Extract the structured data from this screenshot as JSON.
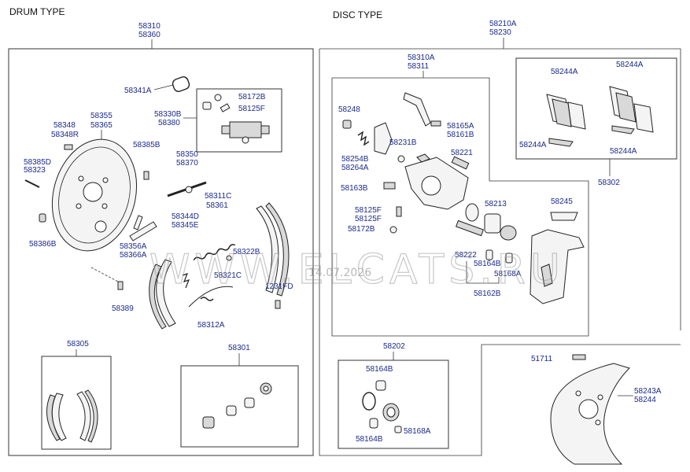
{
  "sections": {
    "drum": {
      "title": "DRUM TYPE",
      "assembly": [
        "58310",
        "58360"
      ]
    },
    "disc": {
      "title": "DISC TYPE",
      "assembly": [
        "58210A",
        "58230"
      ]
    }
  },
  "labels": {
    "p58341A": "58341A",
    "p58330B": "58330B",
    "p58380": "58380",
    "p58172B_a": "58172B",
    "p58125F_a": "58125F",
    "p58355": "58355",
    "p58365": "58365",
    "p58348": "58348",
    "p58348R": "58348R",
    "p58385B": "58385B",
    "p58385D": "58385D",
    "p58323": "58323",
    "p58350": "58350",
    "p58370": "58370",
    "p58311C": "58311C",
    "p58361": "58361",
    "p58344D": "58344D",
    "p58345E": "58345E",
    "p58386B": "58386B",
    "p58356A": "58356A",
    "p58366A": "58366A",
    "p58322B": "58322B",
    "p58321C": "58321C",
    "p1231FD": "1231FD",
    "p58389": "58389",
    "p58312A": "58312A",
    "p58305": "58305",
    "p58301": "58301",
    "p58310A": "58310A",
    "p58311": "58311",
    "p58248": "58248",
    "p58165A": "58165A",
    "p58161B": "58161B",
    "p58231B": "58231B",
    "p58254B": "58254B",
    "p58264A": "58264A",
    "p58221": "58221",
    "p58163B": "58163B",
    "p58125F_b": "58125F",
    "p58125F_c": "58125F",
    "p58172B_b": "58172B",
    "p58213": "58213",
    "p58245": "58245",
    "p58222": "58222",
    "p58164B_a": "58164B",
    "p58168A_a": "58168A",
    "p58162B": "58162B",
    "p58244A_1": "58244A",
    "p58244A_2": "58244A",
    "p58244A_3": "58244A",
    "p58244A_4": "58244A",
    "p58302": "58302",
    "p58202": "58202",
    "p58164B_b": "58164B",
    "p58164B_c": "58164B",
    "p58168A_b": "58168A",
    "p51711": "51711",
    "p58243A": "58243A",
    "p58244": "58244"
  },
  "watermark": {
    "text": "WWW.ELCATS.RU",
    "date": "14.07.2026"
  }
}
